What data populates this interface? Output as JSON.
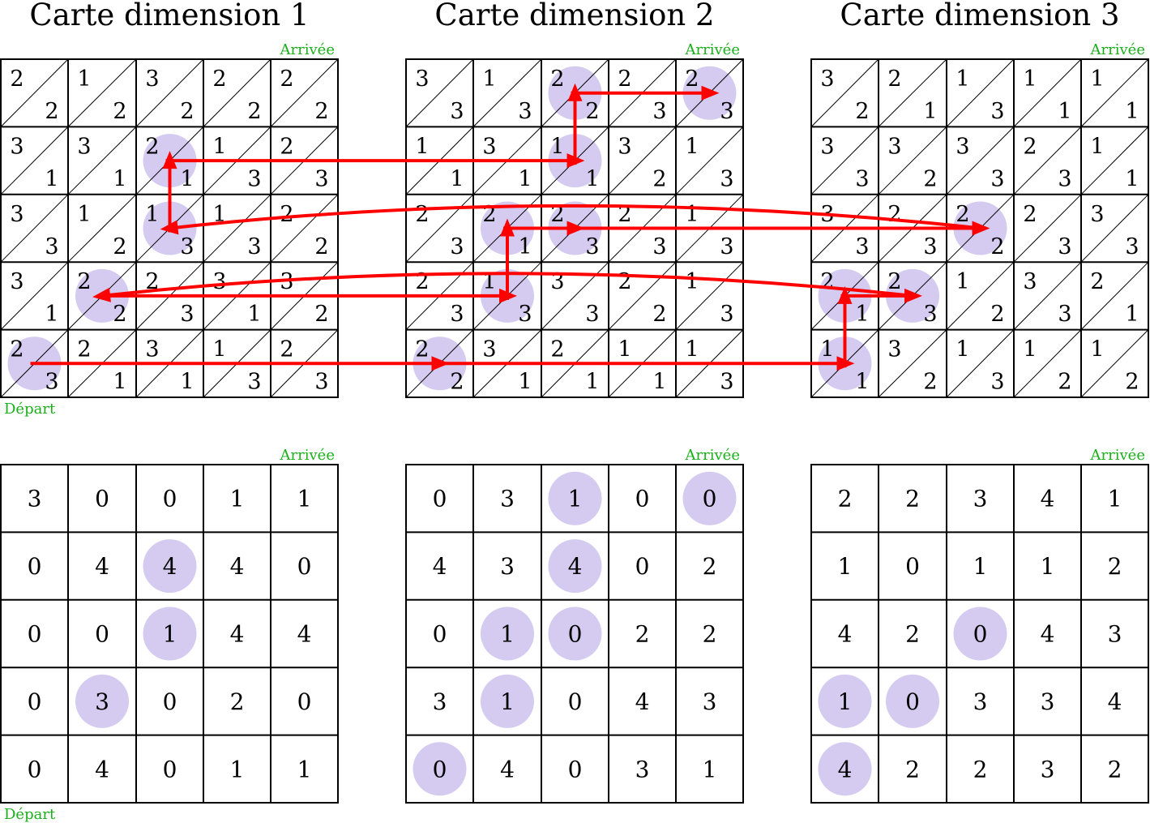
{
  "titles": [
    "Carte dimension 1",
    "Carte dimension 2",
    "Carte dimension 3"
  ],
  "labels": {
    "start": "Départ",
    "end": "Arrivée"
  },
  "colors": {
    "grid": "#000000",
    "highlight": "#d5cbf0",
    "arrow": "#ff0000",
    "label": "#1aaf1a"
  },
  "top_maps": [
    {
      "name": "Carte dimension 1",
      "cells": [
        [
          [
            2,
            2
          ],
          [
            1,
            2
          ],
          [
            3,
            2
          ],
          [
            2,
            2
          ],
          [
            2,
            2
          ]
        ],
        [
          [
            3,
            1
          ],
          [
            3,
            1
          ],
          [
            2,
            1
          ],
          [
            1,
            3
          ],
          [
            2,
            3
          ]
        ],
        [
          [
            3,
            3
          ],
          [
            1,
            2
          ],
          [
            1,
            3
          ],
          [
            1,
            3
          ],
          [
            2,
            2
          ]
        ],
        [
          [
            3,
            1
          ],
          [
            2,
            2
          ],
          [
            2,
            3
          ],
          [
            3,
            1
          ],
          [
            3,
            2
          ]
        ],
        [
          [
            2,
            3
          ],
          [
            2,
            1
          ],
          [
            3,
            1
          ],
          [
            1,
            3
          ],
          [
            2,
            3
          ]
        ]
      ],
      "highlights": [
        [
          1,
          2
        ],
        [
          2,
          2
        ],
        [
          3,
          1
        ],
        [
          4,
          0
        ]
      ]
    },
    {
      "name": "Carte dimension 2",
      "cells": [
        [
          [
            3,
            3
          ],
          [
            1,
            3
          ],
          [
            2,
            2
          ],
          [
            2,
            3
          ],
          [
            2,
            3
          ]
        ],
        [
          [
            1,
            1
          ],
          [
            3,
            1
          ],
          [
            1,
            1
          ],
          [
            3,
            2
          ],
          [
            1,
            3
          ]
        ],
        [
          [
            2,
            3
          ],
          [
            2,
            1
          ],
          [
            2,
            3
          ],
          [
            2,
            3
          ],
          [
            1,
            3
          ]
        ],
        [
          [
            2,
            3
          ],
          [
            1,
            3
          ],
          [
            3,
            3
          ],
          [
            2,
            2
          ],
          [
            1,
            3
          ]
        ],
        [
          [
            2,
            2
          ],
          [
            3,
            1
          ],
          [
            2,
            1
          ],
          [
            1,
            1
          ],
          [
            1,
            3
          ]
        ]
      ],
      "highlights": [
        [
          0,
          2
        ],
        [
          0,
          4
        ],
        [
          1,
          2
        ],
        [
          2,
          1
        ],
        [
          2,
          2
        ],
        [
          3,
          1
        ],
        [
          4,
          0
        ]
      ]
    },
    {
      "name": "Carte dimension 3",
      "cells": [
        [
          [
            3,
            2
          ],
          [
            2,
            1
          ],
          [
            1,
            3
          ],
          [
            1,
            1
          ],
          [
            1,
            1
          ]
        ],
        [
          [
            3,
            3
          ],
          [
            3,
            2
          ],
          [
            3,
            3
          ],
          [
            2,
            3
          ],
          [
            1,
            1
          ]
        ],
        [
          [
            3,
            3
          ],
          [
            2,
            3
          ],
          [
            2,
            2
          ],
          [
            2,
            3
          ],
          [
            3,
            3
          ]
        ],
        [
          [
            2,
            1
          ],
          [
            2,
            3
          ],
          [
            1,
            2
          ],
          [
            3,
            3
          ],
          [
            2,
            1
          ]
        ],
        [
          [
            1,
            1
          ],
          [
            3,
            2
          ],
          [
            1,
            3
          ],
          [
            1,
            2
          ],
          [
            1,
            2
          ]
        ]
      ],
      "highlights": [
        [
          2,
          2
        ],
        [
          3,
          0
        ],
        [
          3,
          1
        ],
        [
          4,
          0
        ]
      ]
    }
  ],
  "bottom_maps": [
    {
      "cells": [
        [
          3,
          0,
          0,
          1,
          1
        ],
        [
          0,
          4,
          4,
          4,
          0
        ],
        [
          0,
          0,
          1,
          4,
          4
        ],
        [
          0,
          3,
          0,
          2,
          0
        ],
        [
          0,
          4,
          0,
          1,
          1
        ]
      ],
      "highlights": [
        [
          1,
          2
        ],
        [
          2,
          2
        ],
        [
          3,
          1
        ]
      ]
    },
    {
      "cells": [
        [
          0,
          3,
          1,
          0,
          0
        ],
        [
          4,
          3,
          4,
          0,
          2
        ],
        [
          0,
          1,
          0,
          2,
          2
        ],
        [
          3,
          1,
          0,
          4,
          3
        ],
        [
          0,
          4,
          0,
          3,
          1
        ]
      ],
      "highlights": [
        [
          0,
          2
        ],
        [
          0,
          4
        ],
        [
          1,
          2
        ],
        [
          2,
          1
        ],
        [
          2,
          2
        ],
        [
          3,
          1
        ],
        [
          4,
          0
        ]
      ]
    },
    {
      "cells": [
        [
          2,
          2,
          3,
          4,
          1
        ],
        [
          1,
          0,
          1,
          1,
          2
        ],
        [
          4,
          2,
          0,
          4,
          3
        ],
        [
          1,
          0,
          3,
          3,
          4
        ],
        [
          4,
          2,
          2,
          3,
          2
        ]
      ],
      "highlights": [
        [
          2,
          2
        ],
        [
          3,
          0
        ],
        [
          3,
          1
        ],
        [
          4,
          0
        ]
      ]
    }
  ],
  "path_arrows": [
    {
      "from": [
        0,
        4,
        0
      ],
      "to": [
        1,
        4,
        0
      ],
      "curved": false
    },
    {
      "from": [
        1,
        4,
        0
      ],
      "to": [
        2,
        4,
        0
      ],
      "curved": false
    },
    {
      "from": [
        2,
        4,
        0
      ],
      "to": [
        2,
        3,
        0
      ],
      "curved": false
    },
    {
      "from": [
        2,
        3,
        0
      ],
      "to": [
        2,
        3,
        1
      ],
      "curved": false
    },
    {
      "from": [
        2,
        3,
        1
      ],
      "to": [
        0,
        3,
        1
      ],
      "curved": true
    },
    {
      "from": [
        0,
        3,
        1
      ],
      "to": [
        1,
        3,
        1
      ],
      "curved": false
    },
    {
      "from": [
        1,
        3,
        1
      ],
      "to": [
        1,
        2,
        1
      ],
      "curved": false
    },
    {
      "from": [
        1,
        2,
        1
      ],
      "to": [
        1,
        2,
        2
      ],
      "curved": false
    },
    {
      "from": [
        1,
        2,
        2
      ],
      "to": [
        2,
        2,
        2
      ],
      "curved": false
    },
    {
      "from": [
        2,
        2,
        2
      ],
      "to": [
        0,
        2,
        2
      ],
      "curved": true
    },
    {
      "from": [
        0,
        2,
        2
      ],
      "to": [
        0,
        1,
        2
      ],
      "curved": false
    },
    {
      "from": [
        0,
        1,
        2
      ],
      "to": [
        1,
        1,
        2
      ],
      "curved": false
    },
    {
      "from": [
        1,
        1,
        2
      ],
      "to": [
        1,
        0,
        2
      ],
      "curved": false
    },
    {
      "from": [
        1,
        0,
        2
      ],
      "to": [
        1,
        0,
        4
      ],
      "curved": false
    }
  ]
}
